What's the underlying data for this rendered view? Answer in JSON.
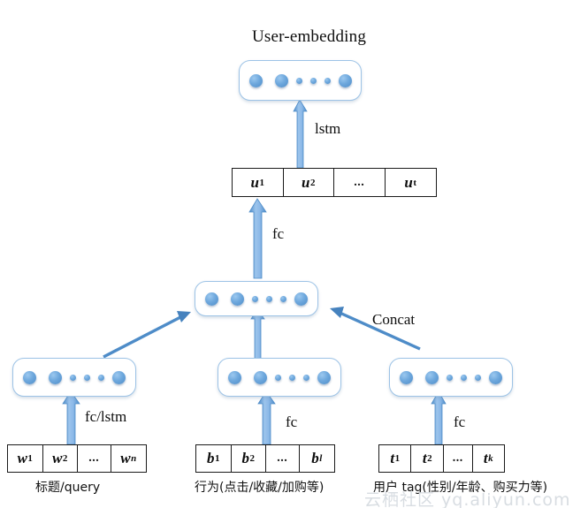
{
  "figure": {
    "title": "User-embedding",
    "watermark": "云栖社区 yq.aliyun.com"
  },
  "operations": {
    "lstm": "lstm",
    "fc_top": "fc",
    "concat": "Concat",
    "fc_left": "fc/lstm",
    "fc_middle": "fc",
    "fc_right": "fc"
  },
  "layers": {
    "user_embedding": {
      "name": "user-embedding-layer",
      "neurons": 3,
      "ellipsis_dots": 3
    },
    "concat_layer": {
      "name": "concat-layer",
      "neurons": 3,
      "ellipsis_dots": 3
    },
    "hidden_left": {
      "name": "hidden-layer-query",
      "neurons": 3,
      "ellipsis_dots": 3
    },
    "hidden_middle": {
      "name": "hidden-layer-behavior",
      "neurons": 3,
      "ellipsis_dots": 3
    },
    "hidden_right": {
      "name": "hidden-layer-tag",
      "neurons": 3,
      "ellipsis_dots": 3
    }
  },
  "sequences": {
    "u_row": {
      "name": "u-sequence",
      "cells": [
        {
          "base": "u",
          "sub": "1",
          "sub_italic": false
        },
        {
          "base": "u",
          "sub": "2",
          "sub_italic": false
        },
        {
          "base": "...",
          "sub": "",
          "sub_italic": false
        },
        {
          "base": "u",
          "sub": "t",
          "sub_italic": false
        }
      ]
    },
    "w_row": {
      "name": "w-sequence",
      "caption": "标题/query",
      "cells": [
        {
          "base": "w",
          "sub": "1",
          "sub_italic": false
        },
        {
          "base": "w",
          "sub": "2",
          "sub_italic": false
        },
        {
          "base": "...",
          "sub": "",
          "sub_italic": false
        },
        {
          "base": "w",
          "sub": "n",
          "sub_italic": true
        }
      ]
    },
    "b_row": {
      "name": "b-sequence",
      "caption": "行为(点击/收藏/加购等)",
      "cells": [
        {
          "base": "b",
          "sub": "1",
          "sub_italic": false
        },
        {
          "base": "b",
          "sub": "2",
          "sub_italic": false
        },
        {
          "base": "...",
          "sub": "",
          "sub_italic": false
        },
        {
          "base": "b",
          "sub": "l",
          "sub_italic": true
        }
      ]
    },
    "t_row": {
      "name": "t-sequence",
      "caption": "用户 tag(性别/年龄、购买力等)",
      "cells": [
        {
          "base": "t",
          "sub": "1",
          "sub_italic": false
        },
        {
          "base": "t",
          "sub": "2",
          "sub_italic": false
        },
        {
          "base": "...",
          "sub": "",
          "sub_italic": false
        },
        {
          "base": "t",
          "sub": "k",
          "sub_italic": true
        }
      ]
    }
  },
  "colors": {
    "neuron_fill": "#6EA8DD",
    "box_border": "#9DC3E6",
    "arrow_blue": "#4E8CC8",
    "arrow_light": "#8CB9E8",
    "table_border": "#1a1a1a",
    "text": "#0d0d0d",
    "watermark": "#d8dde2"
  }
}
